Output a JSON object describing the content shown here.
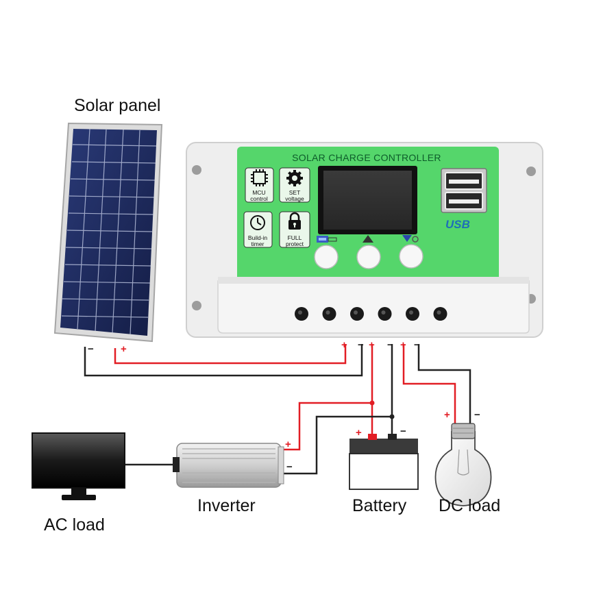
{
  "labels": {
    "solar_panel": "Solar panel",
    "inverter": "Inverter",
    "battery": "Battery",
    "dc_load": "DC load",
    "ac_load": "AC load"
  },
  "controller": {
    "title": "SOLAR CHARGE CONTROLLER",
    "icons": [
      {
        "label": "MCU control",
        "icon": "chip-icon"
      },
      {
        "label": "SET voltage",
        "icon": "gear-icon"
      },
      {
        "label": "Build-in timer",
        "icon": "clock-icon"
      },
      {
        "label": "FULL protect",
        "icon": "lock-icon"
      }
    ],
    "usb_label": "USB",
    "buttons": [
      "menu-button",
      "up-button",
      "down-button"
    ],
    "terminal_count": 6
  },
  "polarity": {
    "plus": "+",
    "minus": "−"
  },
  "colors": {
    "positive_wire": "#e21d24",
    "negative_wire": "#222222",
    "panel_face": "#55d66b",
    "solar_cell": "#1c2a5c"
  }
}
